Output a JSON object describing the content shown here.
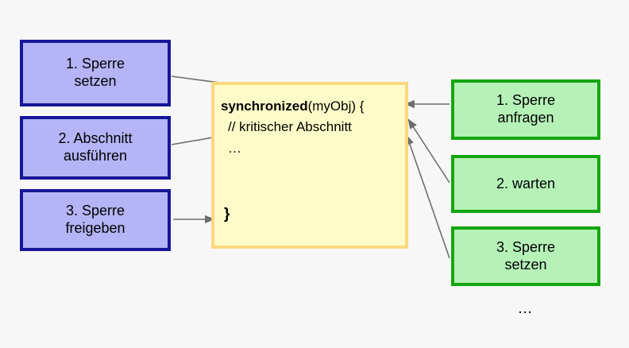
{
  "diagram": {
    "title": "synchronized block lock sequence",
    "background_color": "#f7f7f8",
    "left_column": {
      "label": "thread-acquiring-lock-steps",
      "box_fill": "#b4b4f6",
      "box_border": "#161698",
      "items": [
        {
          "line1": "1. Sperre",
          "line2": "setzen"
        },
        {
          "line1": "2. Abschnitt",
          "line2": "ausführen"
        },
        {
          "line1": "3. Sperre",
          "line2": "freigeben"
        }
      ]
    },
    "code_block": {
      "label": "java-synchronized-snippet",
      "fill": "#fdfbc8",
      "border": "#fbd780",
      "keyword": "synchronized",
      "signature": "(myObj) {",
      "comment": "// kritischer Abschnitt",
      "ellipsis": "…",
      "closing_brace": "}"
    },
    "right_column": {
      "label": "thread-waiting-for-lock-steps",
      "box_fill": "#b6f2b8",
      "box_border": "#12a60e",
      "items": [
        {
          "line1": "1. Sperre",
          "line2": "anfragen"
        },
        {
          "line1": "2. warten",
          "line2": ""
        },
        {
          "line1": "3. Sperre",
          "line2": "setzen"
        }
      ],
      "trailing_ellipsis": "…"
    },
    "arrow_color": "#6e6e6e"
  }
}
